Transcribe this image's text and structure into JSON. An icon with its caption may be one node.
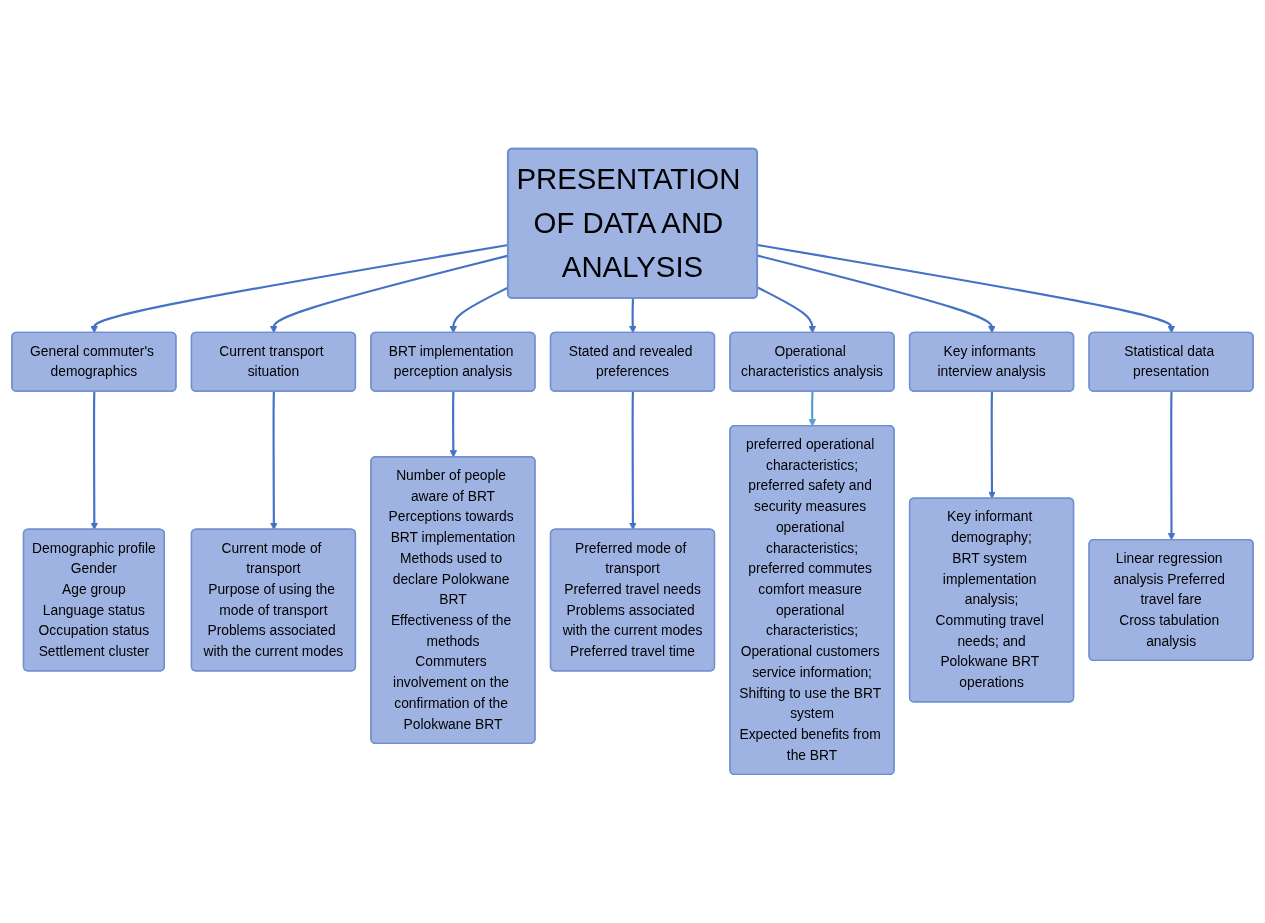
{
  "diagram": {
    "nodes": [
      {
        "text": [
          "PRESENTATION OF DATA AND ANALYSIS"
        ]
      },
      {
        "text": [
          "General commuter's demographics"
        ]
      },
      {
        "text": [
          "Current transport situation"
        ]
      },
      {
        "text": [
          "BRT implementation perception analysis"
        ]
      },
      {
        "text": [
          "Stated and revealed preferences"
        ]
      },
      {
        "text": [
          "Operational characteristics analysis"
        ]
      },
      {
        "text": [
          "Key informants interview analysis"
        ]
      },
      {
        "text": [
          "Statistical data presentation"
        ]
      },
      {
        "text": [
          "Demographic profile",
          "Gender",
          "Age group",
          "Language status",
          "Occupation status",
          "Settlement cluster"
        ]
      },
      {
        "text": [
          "Number of people aware of BRT",
          "Perceptions towards BRT implementation",
          "Methods used to declare Polokwane BRT",
          "Effectiveness of the methods",
          "Commuters involvement on the confirmation of the Polokwane BRT"
        ]
      },
      {
        "text": [
          "preferred operational characteristics;",
          "preferred safety and security measures operational characteristics;",
          "preferred commutes comfort measure operational characteristics;",
          "Operational customers service information;",
          "Shifting to use the BRT system",
          "Expected benefits from the BRT"
        ]
      },
      {
        "text": [
          "Linear regression analysis Preferred travel fare",
          "Cross tabulation analysis"
        ]
      },
      {
        "text": [
          "Current mode of transport",
          "Purpose of using the mode of transport",
          "Problems associated with the current modes"
        ]
      },
      {
        "text": [
          "Preferred mode of transport",
          "Preferred travel needs",
          "Problems associated with the current modes",
          "Preferred travel time"
        ]
      },
      {
        "text": [
          "Key informant demography;",
          "BRT system implementation analysis;",
          "Commuting travel needs; and",
          "Polokwane BRT operations"
        ]
      }
    ],
    "edges": [
      {
        "from": 0,
        "to": 1,
        "arrow": "to"
      },
      {
        "from": 0,
        "to": 2,
        "arrow": "to"
      },
      {
        "from": 0,
        "to": 3,
        "arrow": "to"
      },
      {
        "from": 0,
        "to": 4,
        "arrow": "to"
      },
      {
        "from": 0,
        "to": 5,
        "arrow": "to"
      },
      {
        "from": 0,
        "to": 6,
        "arrow": "to"
      },
      {
        "from": 0,
        "to": 7,
        "arrow": "to"
      },
      {
        "from": 1,
        "to": 8,
        "arrow": "to"
      },
      {
        "from": 2,
        "to": 12,
        "arrow": "to"
      },
      {
        "from": 3,
        "to": 9,
        "arrow": "to"
      },
      {
        "from": 4,
        "to": 13,
        "arrow": "to"
      },
      {
        "from": 5,
        "to": 10,
        "arrow": "to",
        "color": "#5b9bd5"
      },
      {
        "from": 6,
        "to": 14,
        "arrow": "to"
      },
      {
        "from": 7,
        "to": 11,
        "arrow": "to"
      }
    ]
  }
}
